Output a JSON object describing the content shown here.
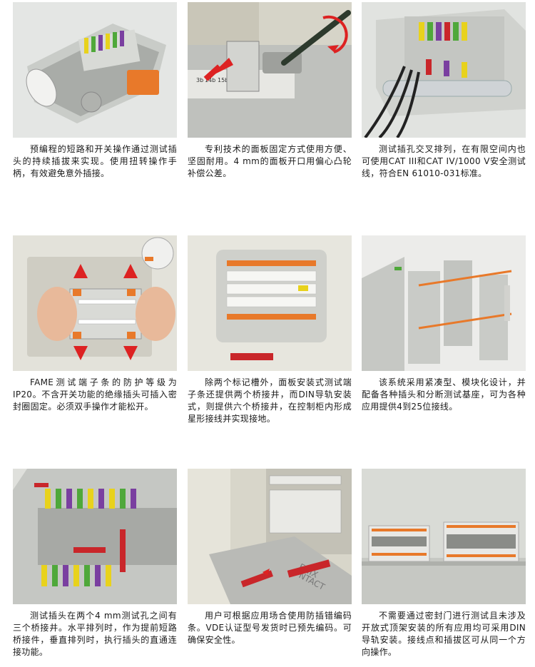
{
  "panels": [
    {
      "caption": "预编程的短路和开关操作通过测试插头的持续插拔来实现。使用扭转操作手柄，有效避免意外插接。"
    },
    {
      "caption": "专利技术的面板固定方式使用方便、坚固耐用。4 mm的面板开口用偏心凸轮补偿公差。",
      "labels": [
        "3b",
        "14b",
        "15b"
      ]
    },
    {
      "caption": "测试插孔交叉排列，在有限空间内也可使用CAT III和CAT IV/1000 V安全测试线，符合EN 61010-031标准。"
    },
    {
      "caption": "FAME测试端子条的防护等级为IP20。不含开关功能的绝缘插头可插入密封圈固定。必须双手操作才能松开。"
    },
    {
      "caption": "除两个标记槽外，面板安装式测试端子条还提供两个桥接井，而DIN导轨安装式，则提供六个桥接井，在控制柜内形成星形接线并实现接地。"
    },
    {
      "caption": "该系统采用紧凑型、模块化设计，并配备各种插头和分断测试基座，可为各种应用提供4到25位接线。"
    },
    {
      "caption": "测试插头在两个4 mm测试孔之间有三个桥接井。水平排列时，作为提前短路桥接件，垂直排列时，执行插头的直通连接功能。"
    },
    {
      "caption": "用户可根据应用场合使用防插错编码条。VDE认证型号发货时已预先编码。可确保安全性。",
      "labels": [
        "ENIX",
        "NTACT"
      ]
    },
    {
      "caption": "不需要通过密封门进行测试且未涉及开放式顶架安装的所有应用均可采用DIN导轨安装。接线点和插拔区可从同一个方向操作。"
    }
  ],
  "colors": {
    "plug_yellow": "#e8d21c",
    "plug_green": "#4fa83a",
    "plug_purple": "#7a3fa0",
    "plug_red": "#c9262a",
    "orange": "#e8792a",
    "gray_body": "#b9bcb8"
  }
}
